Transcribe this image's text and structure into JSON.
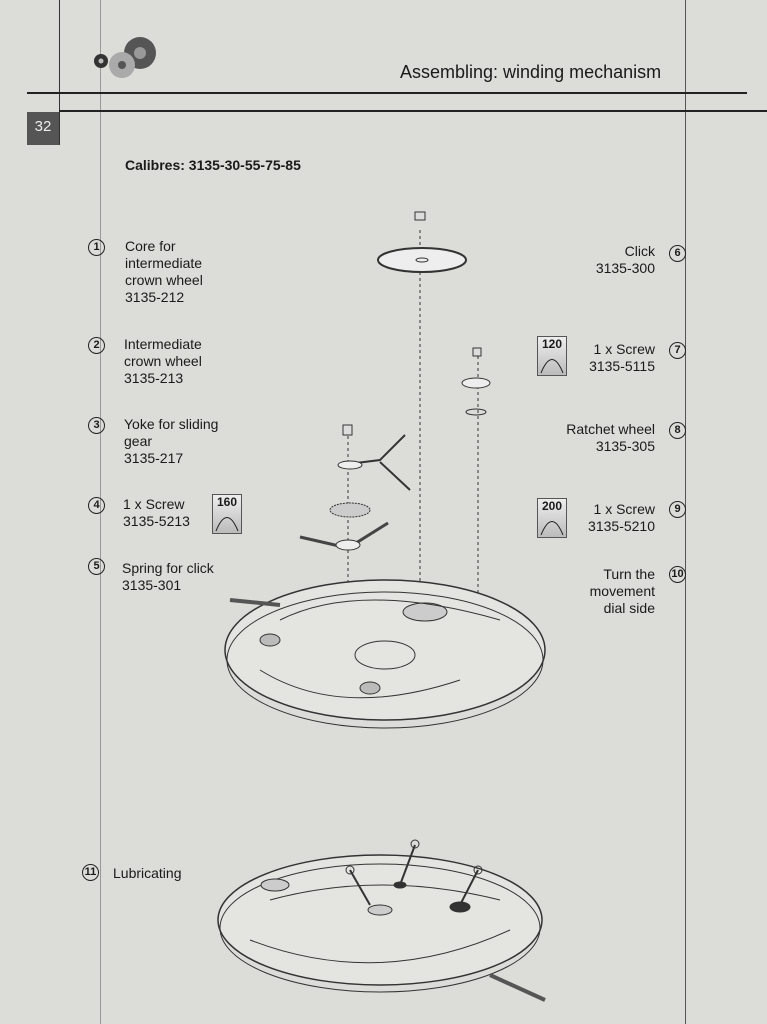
{
  "header": {
    "title": "Assembling: winding mechanism",
    "page_number": "32"
  },
  "calibres": "Calibres: 3135-30-55-75-85",
  "left_steps": [
    {
      "n": "1",
      "text": "Core for\nintermediate\ncrown wheel\n3135-212"
    },
    {
      "n": "2",
      "text": "Intermediate\ncrown wheel\n3135-213"
    },
    {
      "n": "3",
      "text": "Yoke for sliding\ngear\n3135-217"
    },
    {
      "n": "4",
      "text": "1 x Screw\n3135-5213",
      "torque": "160"
    },
    {
      "n": "5",
      "text": "Spring for click\n3135-301"
    }
  ],
  "right_steps": [
    {
      "n": "6",
      "text": "Click\n3135-300"
    },
    {
      "n": "7",
      "text": "1 x Screw\n3135-5115",
      "torque": "120"
    },
    {
      "n": "8",
      "text": "Ratchet wheel\n3135-305"
    },
    {
      "n": "9",
      "text": "1 x Screw\n3135-5210",
      "torque": "200"
    },
    {
      "n": "10",
      "text": "Turn the\nmovement\ndial side"
    }
  ],
  "lubricating": {
    "n": "11",
    "text": "Lubricating"
  }
}
